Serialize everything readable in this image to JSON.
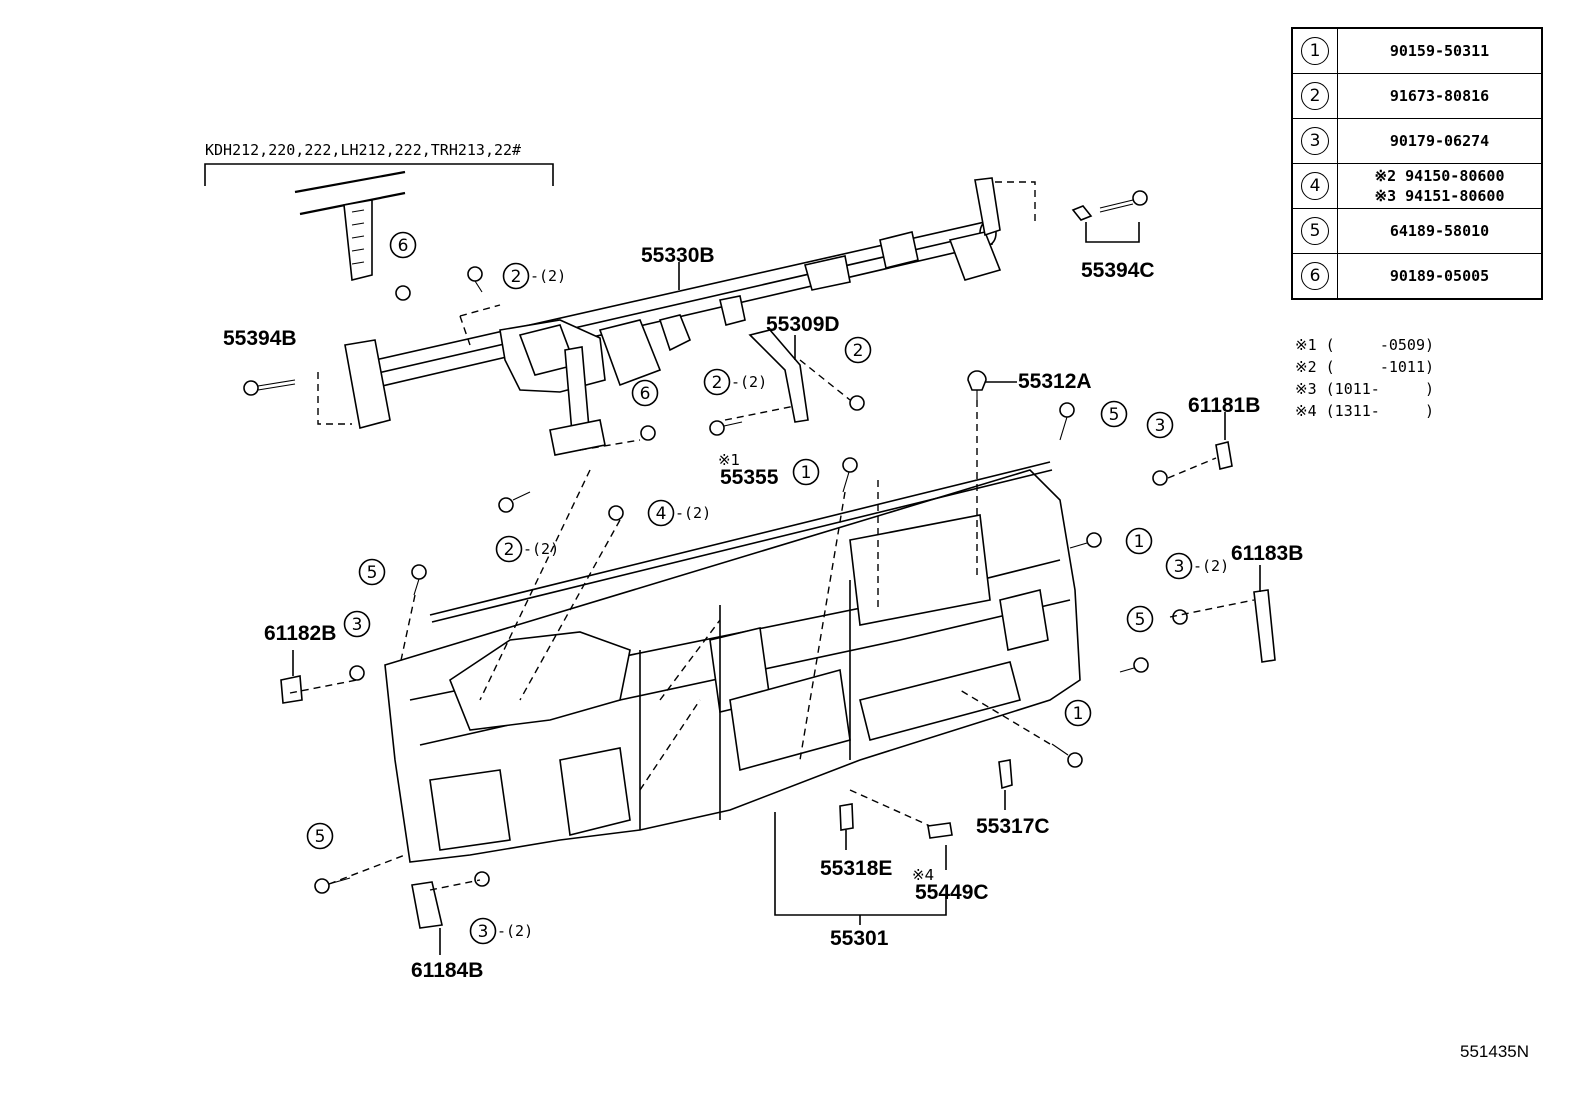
{
  "applicability": "KDH212,220,222,LH212,222,TRH213,22#",
  "labels": {
    "p55330B": "55330B",
    "p55394B": "55394B",
    "p55394C": "55394C",
    "p55309D": "55309D",
    "p55312A": "55312A",
    "p61181B": "61181B",
    "p61183B": "61183B",
    "p61182B": "61182B",
    "p61184B": "61184B",
    "p55355": "55355",
    "p55317C": "55317C",
    "p55318E": "55318E",
    "p55449C": "55449C",
    "p55301": "55301"
  },
  "marks": {
    "m1": "※1",
    "m4": "※4"
  },
  "qty": "-(2)",
  "callouts": [
    "1",
    "2",
    "3",
    "4",
    "5",
    "6"
  ],
  "ref_table": [
    {
      "key": "1",
      "lines": [
        "90159-50311"
      ]
    },
    {
      "key": "2",
      "lines": [
        "91673-80816"
      ]
    },
    {
      "key": "3",
      "lines": [
        "90179-06274"
      ]
    },
    {
      "key": "4",
      "lines": [
        "※2 94150-80600",
        "※3 94151-80600"
      ]
    },
    {
      "key": "5",
      "lines": [
        "64189-58010"
      ]
    },
    {
      "key": "6",
      "lines": [
        "90189-05005"
      ]
    }
  ],
  "notes": [
    "※1 (     -0509)",
    "※2 (     -1011)",
    "※3 (1011-     )",
    "※4 (1311-     )"
  ],
  "doc_code": "551435N"
}
